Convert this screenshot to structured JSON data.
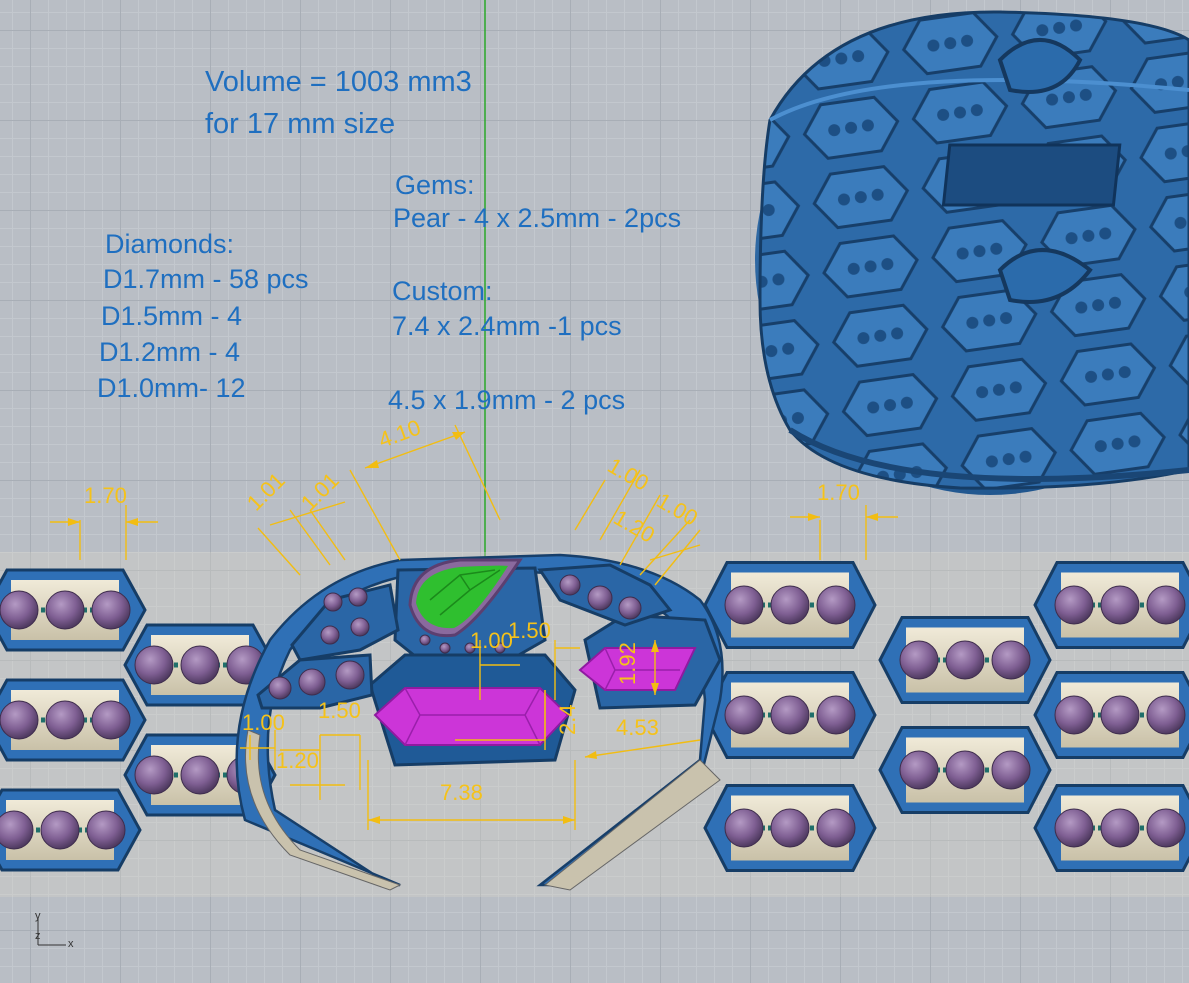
{
  "annotations": {
    "volume": "Volume = 1003 mm3",
    "size": "for 17 mm size",
    "diamonds_title": "Diamonds:",
    "diamonds": [
      "D1.7mm - 58 pcs",
      "D1.5mm - 4",
      "D1.2mm - 4",
      "D1.0mm-  12"
    ],
    "gems_title": "Gems:",
    "gems_pear": "Pear - 4 x 2.5mm - 2pcs",
    "custom_title": "Custom:",
    "custom_1": "7.4 x 2.4mm -1 pcs",
    "custom_2": "4.5 x 1.9mm - 2 pcs"
  },
  "dimensions": {
    "d_170_left": "1.70",
    "d_101_a": "1.01",
    "d_101_b": "1.01",
    "d_410": "4.10",
    "d_100_a": "1.00",
    "d_120_a": "1.20",
    "d_100_b": "1.00",
    "d_170_right": "1.70",
    "d_100_c": "1.00",
    "d_150_a": "1.50",
    "d_192": "1.92",
    "d_24": "2.4",
    "d_453": "4.53",
    "d_100_d": "1.00",
    "d_150_b": "1.50",
    "d_120_b": "1.20",
    "d_738": "7.38"
  },
  "axes": {
    "x": "x",
    "y": "y",
    "z": "z"
  },
  "colors": {
    "background": "#b9bec5",
    "model_blue": "#2f70b6",
    "dimension": "#f2bd12",
    "note_text": "#1f6fc0",
    "pear_gem": "#28b428",
    "custom_gem": "#cc35d8",
    "diamond": "#7f5f93"
  }
}
